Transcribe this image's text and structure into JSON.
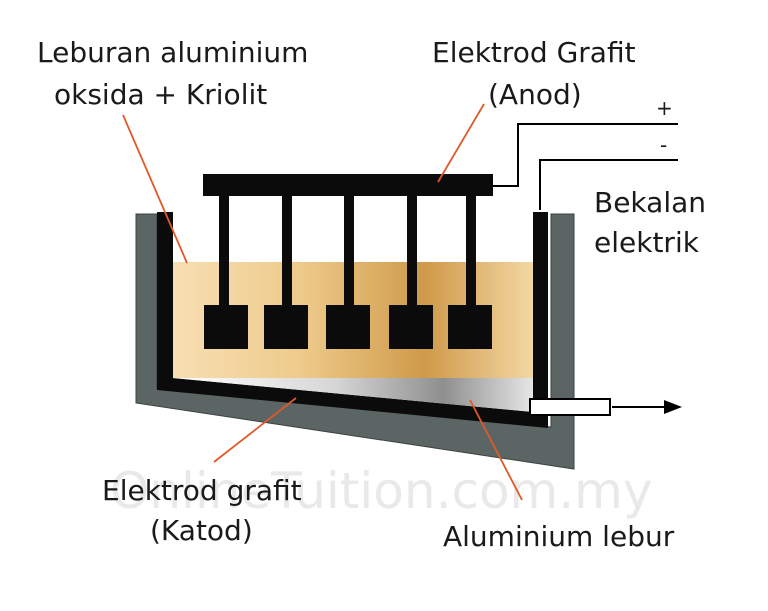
{
  "labels": {
    "molten_mixture_line1": "Leburan aluminium",
    "molten_mixture_line2": "oksida + Kriolit",
    "anode_line1": "Elektrod Grafit",
    "anode_line2": "(Anod)",
    "supply_line1": "Bekalan",
    "supply_line2": "elektrik",
    "cathode_line1": "Elektrod grafit",
    "cathode_line2": "(Katod)",
    "molten_aluminium": "Aluminium lebur"
  },
  "terminals": {
    "positive": "+",
    "negative": "-"
  },
  "watermark": "OnlineTuition.com.my",
  "colors": {
    "casing": "#5b6664",
    "carbon_lining": "#0b0b0b",
    "electrolyte_light": "#f6dcae",
    "electrolyte_dark": "#c88f3a",
    "aluminium_light": "#f2f2f2",
    "aluminium_dark": "#8a8a8a",
    "leader_lines": "#e0592a",
    "text": "#1a1a1a"
  },
  "icons": [
    "arrow-right-icon"
  ]
}
